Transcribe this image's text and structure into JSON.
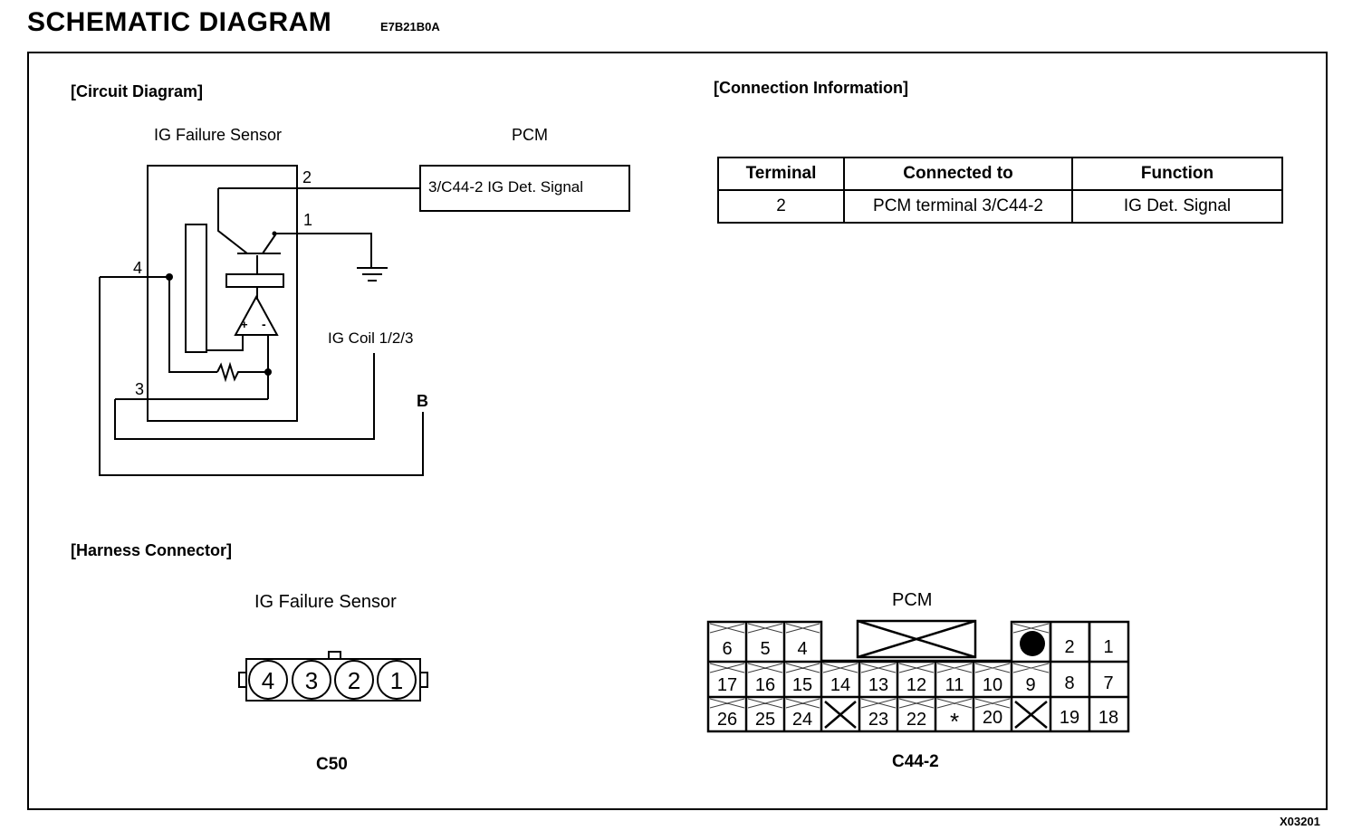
{
  "header": {
    "title": "SCHEMATIC  DIAGRAM",
    "code": "E7B21B0A"
  },
  "figure_code": "X03201",
  "circuit": {
    "section_title": "[Circuit Diagram]",
    "sensor_label": "IG Failure Sensor",
    "pcm_label": "PCM",
    "pcm_box_text": "3/C44-2 IG Det. Signal",
    "coil_label": "IG Coil 1/2/3",
    "b_label": "B",
    "pins": {
      "p1": "1",
      "p2": "2",
      "p3": "3",
      "p4": "4"
    },
    "opamp_plus": "+",
    "opamp_minus": "-"
  },
  "connection": {
    "section_title": "[Connection Information]",
    "headers": [
      "Terminal",
      "Connected to",
      "Function"
    ],
    "rows": [
      [
        "2",
        "PCM terminal 3/C44-2",
        "IG Det. Signal"
      ]
    ]
  },
  "harness": {
    "section_title": "[Harness Connector]",
    "sensor_label": "IG Failure Sensor",
    "c50_pins": [
      "4",
      "3",
      "2",
      "1"
    ],
    "c50_name": "C50",
    "pcm_label": "PCM",
    "pcm_name": "C44-2",
    "pcm_pins": {
      "r1_left": [
        "6",
        "5",
        "4"
      ],
      "r1_right": [
        "2",
        "1"
      ],
      "r2": [
        "17",
        "16",
        "15",
        "14",
        "13",
        "12",
        "11",
        "10",
        "9",
        "8",
        "7"
      ],
      "r3_26": "26",
      "r3_25": "25",
      "r3_24": "24",
      "r3_23": "23",
      "r3_22": "22",
      "r3_star": "*",
      "r3_20": "20",
      "r3_19": "19",
      "r3_18": "18"
    }
  }
}
